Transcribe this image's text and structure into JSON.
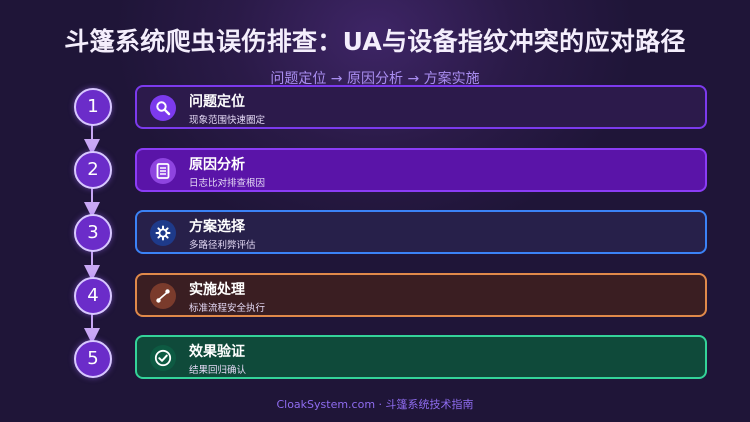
{
  "header": {
    "title": "斗篷系统爬虫误伤排查：UA与设备指纹冲突的应对路径",
    "subtitle": "问题定位 → 原因分析 → 方案实施"
  },
  "steps": [
    {
      "num": "1",
      "title": "问题定位",
      "desc": "现象范围快速圈定",
      "icon": "search-icon",
      "border": "#7c3aed",
      "bg": "#2c1a4b",
      "iconBg": "#7c3aed"
    },
    {
      "num": "2",
      "title": "原因分析",
      "desc": "日志比对排查根因",
      "icon": "document-icon",
      "border": "#8b3cf6",
      "bg": "#5a14a8",
      "iconBg": "#8e44e0"
    },
    {
      "num": "3",
      "title": "方案选择",
      "desc": "多路径利弊评估",
      "icon": "gear-icon",
      "border": "#3b82f6",
      "bg": "#27204a",
      "iconBg": "#1e3a8a"
    },
    {
      "num": "4",
      "title": "实施处理",
      "desc": "标准流程安全执行",
      "icon": "route-icon",
      "border": "#e0894a",
      "bg": "#3a1e22",
      "iconBg": "#7a3b2c"
    },
    {
      "num": "5",
      "title": "效果验证",
      "desc": "结果回归确认",
      "icon": "check-circle-icon",
      "border": "#34d399",
      "bg": "#0f4a3a",
      "iconBg": "#0d5a42"
    }
  ],
  "footer": {
    "text": "CloakSystem.com · 斗篷系统技术指南"
  }
}
